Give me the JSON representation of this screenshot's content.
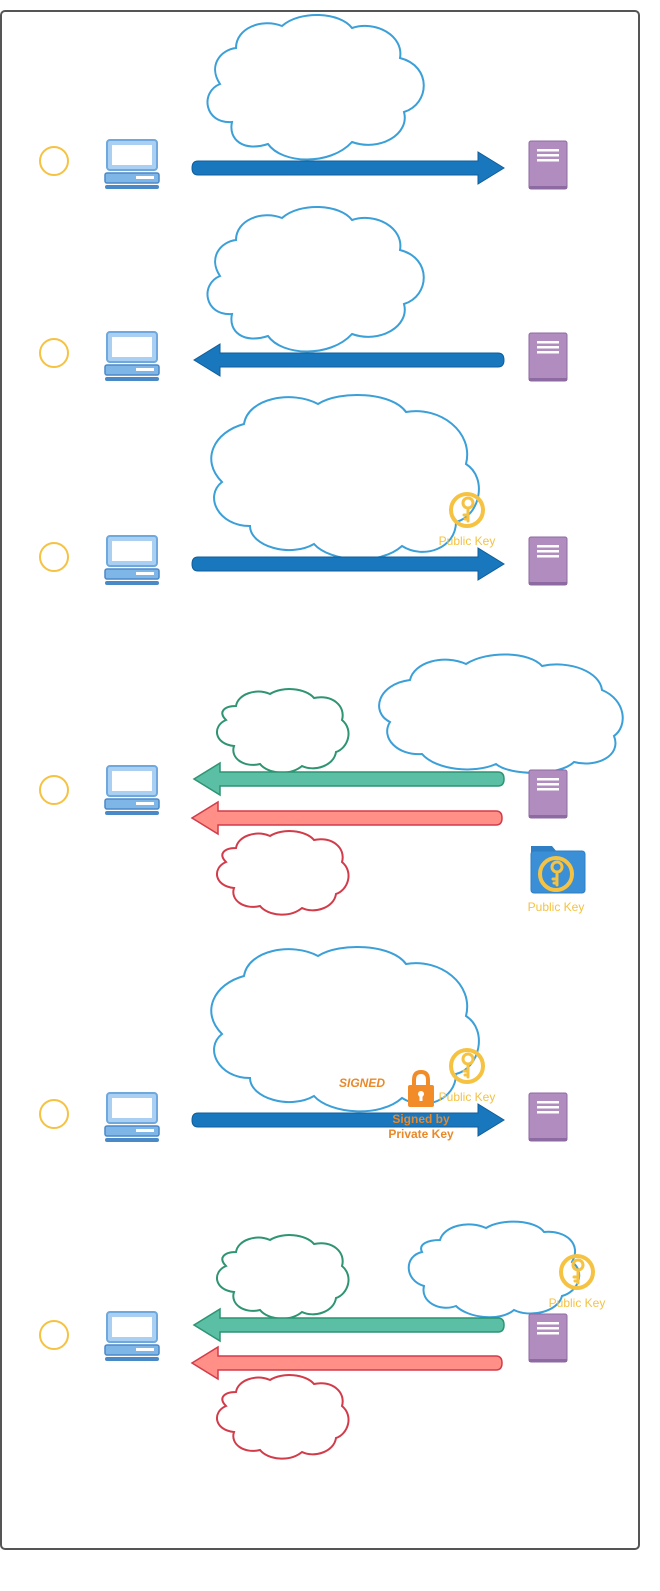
{
  "colors": {
    "frame": "#555555",
    "actor_circle": "#F5C242",
    "laptop": "#7EB6E8",
    "laptop_dark": "#4A89C8",
    "server": "#B08DBE",
    "arrow_blue": "#1877BD",
    "arrow_green": "#5BBFA5",
    "arrow_green_stroke": "#2E9472",
    "arrow_red": "#FF8F87",
    "arrow_red_stroke": "#D23C4A",
    "cloud_blue": "#3B9FD8",
    "cloud_green": "#2E9472",
    "cloud_red": "#D23C4A",
    "key": "#F5C242",
    "lock": "#F28C28",
    "folder": "#3A8FD6"
  },
  "icons": {
    "actor": "circle-icon",
    "client": "laptop-icon",
    "server": "server-icon",
    "key": "key-icon",
    "lock": "lock-icon",
    "folder": "folder-icon"
  },
  "labels": {
    "public_key_1": "Public Key",
    "public_key_2": "Public Key",
    "public_key_3": "Public Key",
    "public_key_4": "Public Key",
    "signed": "SIGNED",
    "signed_by_line1": "Signed by",
    "signed_by_line2": "Private Key"
  }
}
